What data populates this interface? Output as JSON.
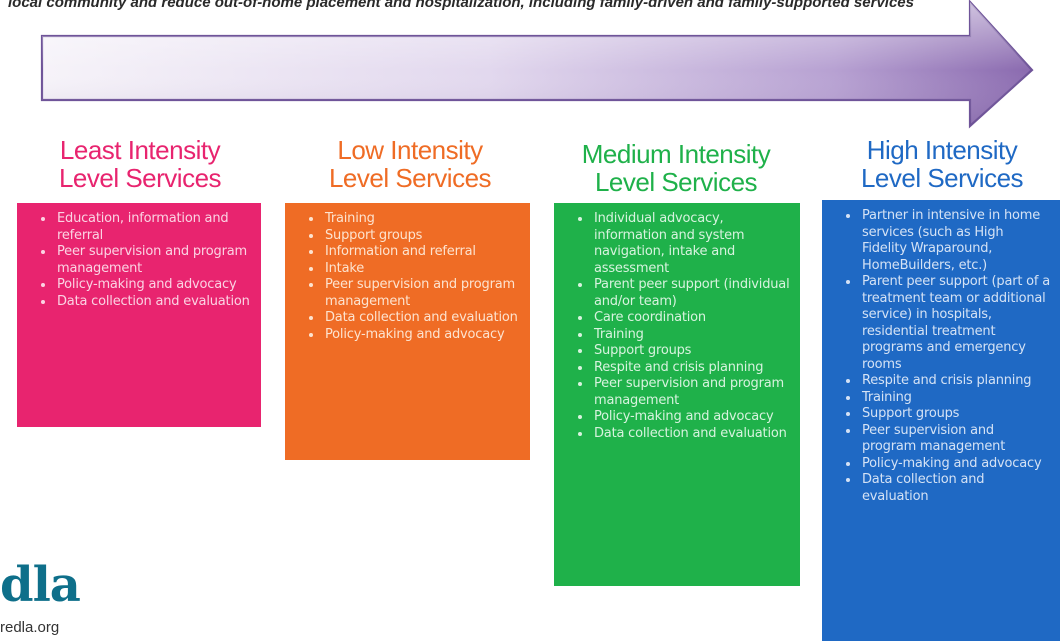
{
  "header": {
    "caption": "local community and reduce out-of-home placement and hospitalization, including family-driven and family-supported services"
  },
  "colors": {
    "least": "#e8246f",
    "low": "#ef6c25",
    "medium": "#1fb14a",
    "high": "#1f69c4",
    "arrow_light": "#f4f0f8",
    "arrow_dark": "#8a6aaf"
  },
  "columns": [
    {
      "title_line1": "Least Intensity",
      "title_line2": "Level Services",
      "items": [
        "Education, information and referral",
        "Peer supervision and program management",
        "Policy-making and advocacy",
        "Data collection and evaluation"
      ]
    },
    {
      "title_line1": "Low Intensity",
      "title_line2": "Level Services",
      "items": [
        "Training",
        "Support groups",
        "Information and referral",
        "Intake",
        "Peer supervision and program management",
        "Data collection and evaluation",
        "Policy-making and advocacy"
      ]
    },
    {
      "title_line1": "Medium Intensity",
      "title_line2": "Level Services",
      "items": [
        "Individual advocacy, information and system navigation, intake and assessment",
        "Parent peer support (individual and/or team)",
        "Care coordination",
        "Training",
        "Support groups",
        "Respite and crisis planning",
        "Peer supervision and program management",
        "Policy-making and advocacy",
        "Data collection and evaluation"
      ]
    },
    {
      "title_line1": "High Intensity",
      "title_line2": "Level Services",
      "items": [
        "Partner in intensive in home services (such as High Fidelity Wraparound, HomeBuilders, etc.)",
        "Parent peer support (part of a treatment team or additional service) in hospitals, residential treatment programs and emergency rooms",
        "Respite and crisis planning",
        "Training",
        "Support groups",
        "Peer supervision and program management",
        "Policy-making and advocacy",
        "Data collection and evaluation"
      ]
    }
  ],
  "footer": {
    "logo_text": "dla",
    "url": "redla.org"
  }
}
